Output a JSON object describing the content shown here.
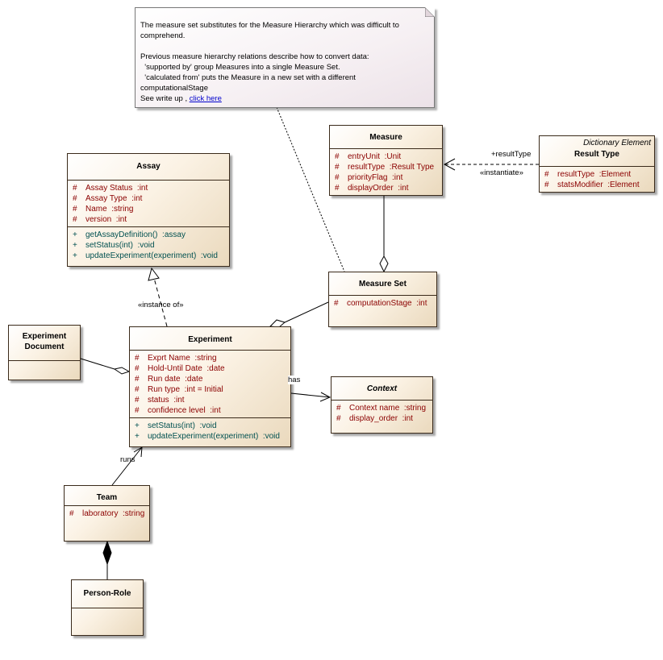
{
  "note": {
    "lines": [
      "The measure set substitutes for the Measure Hierarchy which was difficult to",
      "comprehend.",
      "",
      "Previous measure hierarchy relations describe how to convert data:",
      "  'supported by' group Measures into a single Measure Set.",
      "  'calculated from' puts the Measure in a new set with a different",
      "computationalStage"
    ],
    "link_prefix": "See write up , ",
    "link_text": "click here"
  },
  "assay": {
    "name": "Assay",
    "attributes": [
      {
        "vis": "#",
        "text": "Assay Status  :int"
      },
      {
        "vis": "#",
        "text": "Assay Type  :int"
      },
      {
        "vis": "#",
        "text": "Name  :string"
      },
      {
        "vis": "#",
        "text": "version  :int"
      }
    ],
    "operations": [
      {
        "vis": "+",
        "text": "getAssayDefinition()  :assay"
      },
      {
        "vis": "+",
        "text": "setStatus(int)  :void"
      },
      {
        "vis": "+",
        "text": "updateExperiment(experiment)  :void"
      }
    ]
  },
  "measure": {
    "name": "Measure",
    "attributes": [
      {
        "vis": "#",
        "text": "entryUnit  :Unit"
      },
      {
        "vis": "#",
        "text": "resultType  :Result Type"
      },
      {
        "vis": "#",
        "text": "priorityFlag  :int"
      },
      {
        "vis": "#",
        "text": "displayOrder  :int"
      }
    ]
  },
  "result_type": {
    "stereotype": "Dictionary Element",
    "name": "Result Type",
    "attributes": [
      {
        "vis": "#",
        "text": "resultType  :Element"
      },
      {
        "vis": "#",
        "text": "statsModifier  :Element"
      }
    ]
  },
  "measure_set": {
    "name": "Measure Set",
    "attributes": [
      {
        "vis": "#",
        "text": "computationStage  :int"
      }
    ]
  },
  "experiment_document": {
    "name_line1": "Experiment",
    "name_line2": "Document"
  },
  "experiment": {
    "name": "Experiment",
    "attributes": [
      {
        "vis": "#",
        "text": "Exprt Name  :string"
      },
      {
        "vis": "#",
        "text": "Hold-Until Date  :date"
      },
      {
        "vis": "#",
        "text": "Run date  :date"
      },
      {
        "vis": "#",
        "text": "Run type  :int = Initial"
      },
      {
        "vis": "#",
        "text": "status  :int"
      },
      {
        "vis": "#",
        "text": "confidence level  :int"
      }
    ],
    "operations": [
      {
        "vis": "+",
        "text": "setStatus(int)  :void"
      },
      {
        "vis": "+",
        "text": "updateExperiment(experiment)  :void"
      }
    ]
  },
  "context": {
    "name": "Context",
    "attributes": [
      {
        "vis": "#",
        "text": "Context name  :string"
      },
      {
        "vis": "#",
        "text": "display_order  :int"
      }
    ]
  },
  "team": {
    "name": "Team",
    "attributes": [
      {
        "vis": "#",
        "text": "laboratory  :string"
      }
    ]
  },
  "person_role": {
    "name": "Person-Role"
  },
  "labels": {
    "result_type_role": "+resultType",
    "instantiate": "«instantiate»",
    "instance_of": "«instance of»",
    "has": "has",
    "runs": "runs"
  },
  "colors": {
    "attribute": "#8b0000",
    "operation": "#005050",
    "class_fill_start": "#ffffff",
    "class_fill_end": "#ead9bd",
    "link": "#0000cc"
  }
}
